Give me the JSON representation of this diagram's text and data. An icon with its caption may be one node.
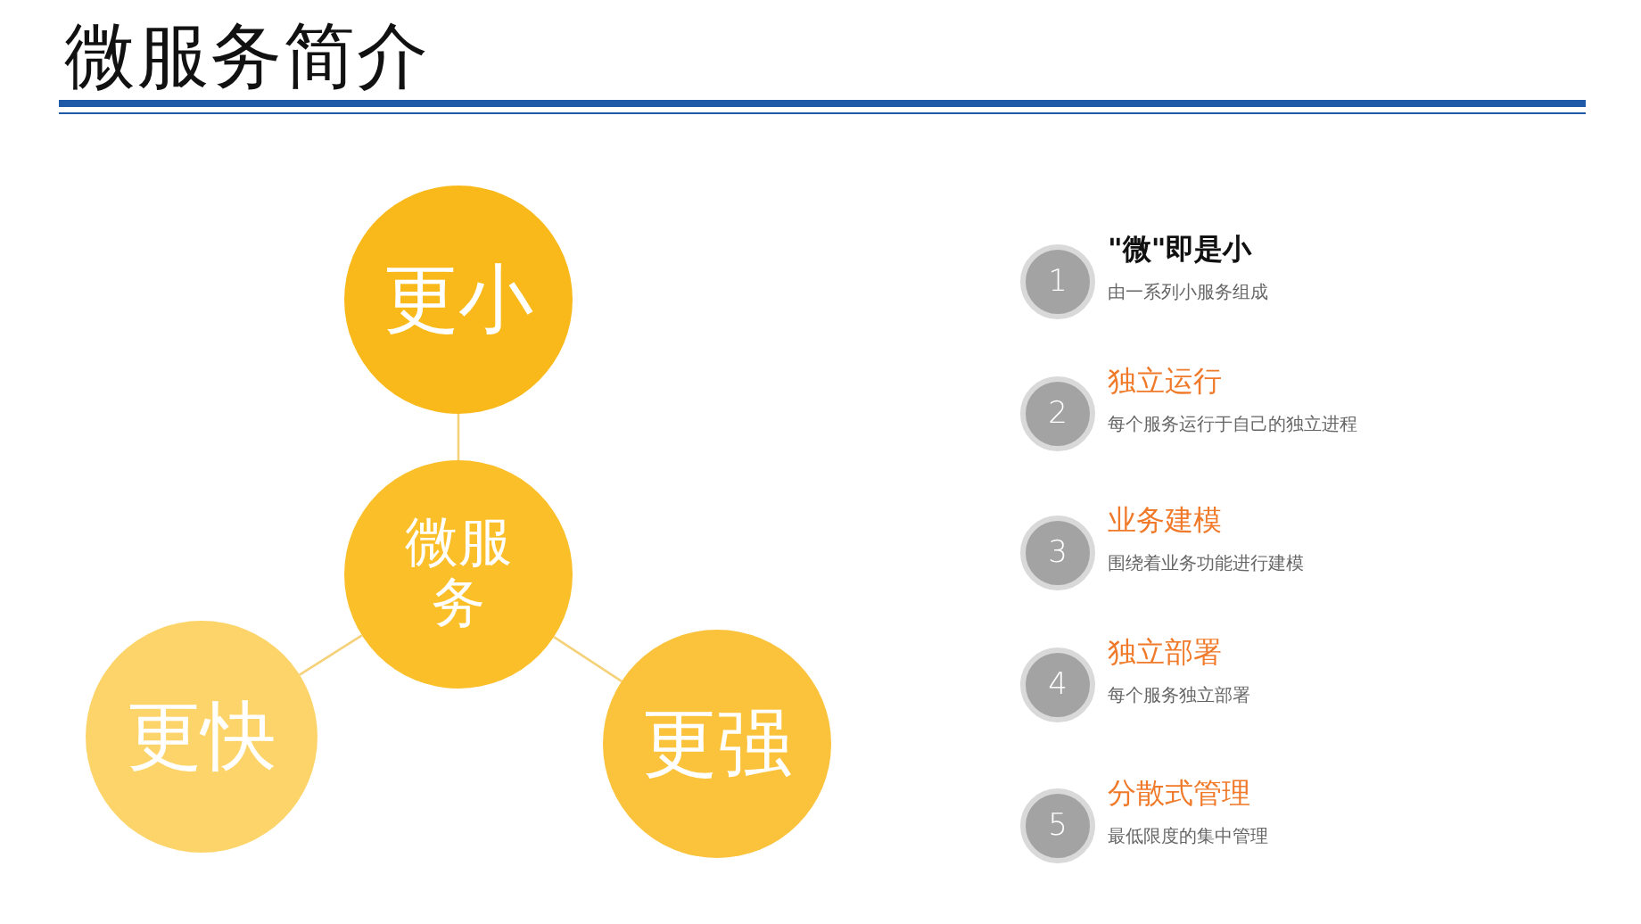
{
  "diagram": {
    "title": "微服务简介",
    "nodes": [
      {
        "text": [
          "更小"
        ]
      },
      {
        "text": [
          "微服务"
        ]
      },
      {
        "text": [
          "更快"
        ]
      },
      {
        "text": [
          "更强"
        ]
      },
      {
        "text": [
          "1"
        ],
        "beside": [
          "\"微\"即是小",
          "由一系列小服务组成"
        ]
      },
      {
        "text": [
          "2"
        ],
        "beside": [
          "独立运行",
          "每个服务运行于自己的独立进程"
        ]
      },
      {
        "text": [
          "3"
        ],
        "beside": [
          "业务建模",
          "围绕着业务功能进行建模"
        ]
      },
      {
        "text": [
          "4"
        ],
        "beside": [
          "独立部署",
          "每个服务独立部署"
        ]
      },
      {
        "text": [
          "5"
        ],
        "beside": [
          "分散式管理",
          "最低限度的集中管理"
        ]
      }
    ],
    "edges": [
      {
        "from": 1,
        "to": 0,
        "arrow": "none"
      },
      {
        "from": 1,
        "to": 2,
        "arrow": "none"
      },
      {
        "from": 1,
        "to": 3,
        "arrow": "none"
      }
    ]
  }
}
